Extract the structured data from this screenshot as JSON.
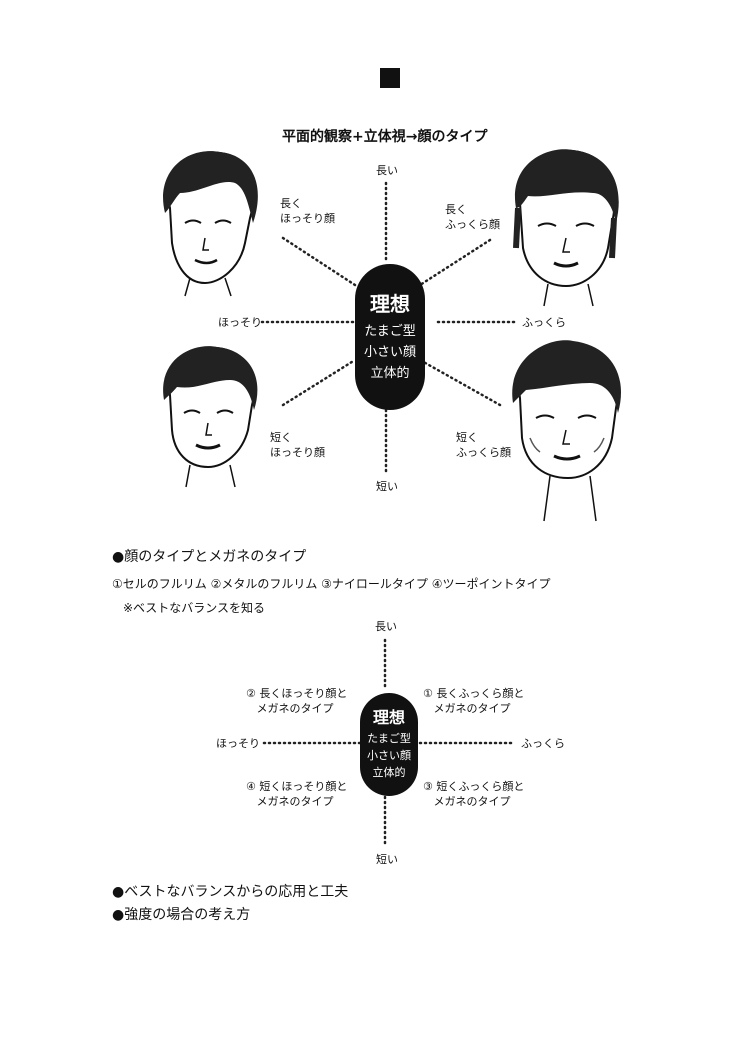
{
  "title": "平面的観察+立体視→顔のタイプ",
  "diagram1": {
    "top": "長い",
    "bottom": "短い",
    "left": "ほっそり",
    "right": "ふっくら",
    "upper_left": "長く\nほっそり顔",
    "upper_right": "長く\nふっくら顔",
    "lower_left": "短く\nほっそり顔",
    "lower_right": "短く\nふっくら顔",
    "center_title": "理想",
    "center_lines": [
      "たまご型",
      "小さい顔",
      "立体的"
    ]
  },
  "section1": {
    "heading": "●顔のタイプとメガネのタイプ",
    "types": "①セルのフルリム ②メタルのフルリム ③ナイロールタイプ ④ツーポイントタイプ",
    "note": "※ベストなバランスを知る"
  },
  "diagram2": {
    "top": "長い",
    "bottom": "短い",
    "left": "ほっそり",
    "right": "ふっくら",
    "upper_left": "② 長くほっそり顔と\n   メガネのタイプ",
    "upper_right": "① 長くふっくら顔と\n   メガネのタイプ",
    "lower_left": "④ 短くほっそり顔と\n   メガネのタイプ",
    "lower_right": "③ 短くふっくら顔と\n   メガネのタイプ",
    "center_title": "理想",
    "center_lines": [
      "たまご型",
      "小さい顔",
      "立体的"
    ]
  },
  "section2": {
    "line1": "●ベストなバランスからの応用と工夫",
    "line2": "●強度の場合の考え方"
  }
}
